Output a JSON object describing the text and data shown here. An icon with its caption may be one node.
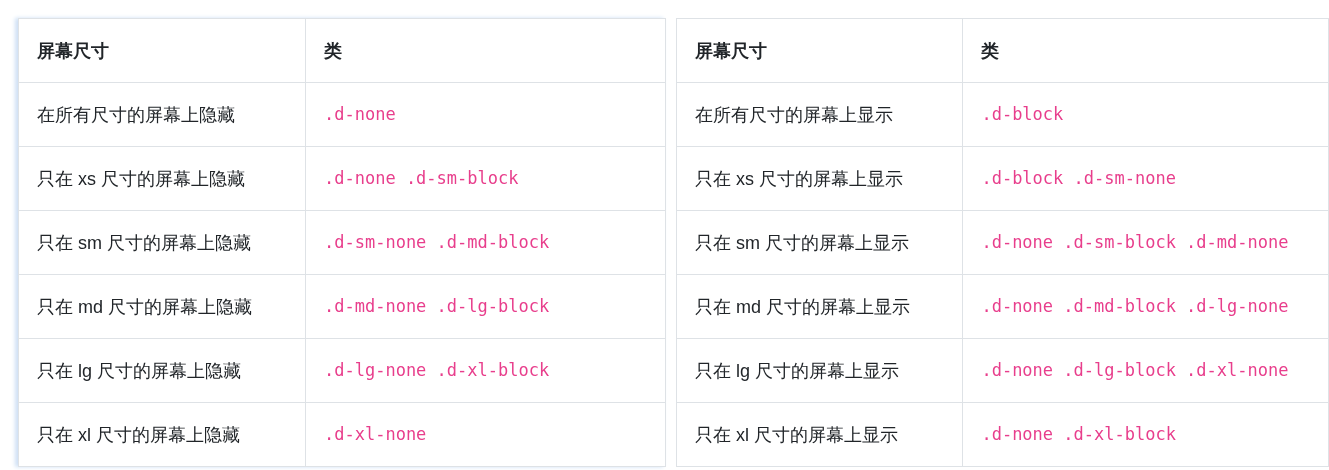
{
  "diagram": {
    "labels": [
      "屏幕尺寸",
      "类",
      "在所有尺寸的屏幕上隐藏",
      ".d-none",
      "只在 xs 尺寸的屏幕上隐藏",
      ".d-none .d-sm-block",
      "只在 sm 尺寸的屏幕上隐藏",
      ".d-sm-none .d-md-block",
      "只在 md 尺寸的屏幕上隐藏",
      ".d-md-none .d-lg-block",
      "只在 lg 尺寸的屏幕上隐藏",
      ".d-lg-none .d-xl-block",
      "只在 xl 尺寸的屏幕上隐藏",
      ".d-xl-none",
      "屏幕尺寸",
      "类",
      "在所有尺寸的屏幕上显示",
      ".d-block",
      "只在 xs 尺寸的屏幕上显示",
      ".d-block .d-sm-none",
      "只在 sm 尺寸的屏幕上显示",
      ".d-none .d-sm-block .d-md-none",
      "只在 md 尺寸的屏幕上显示",
      ".d-none .d-md-block .d-lg-none",
      "只在 lg 尺寸的屏幕上显示",
      ".d-none .d-lg-block .d-xl-none",
      "只在 xl 尺寸的屏幕上显示",
      ".d-none .d-xl-block"
    ]
  }
}
